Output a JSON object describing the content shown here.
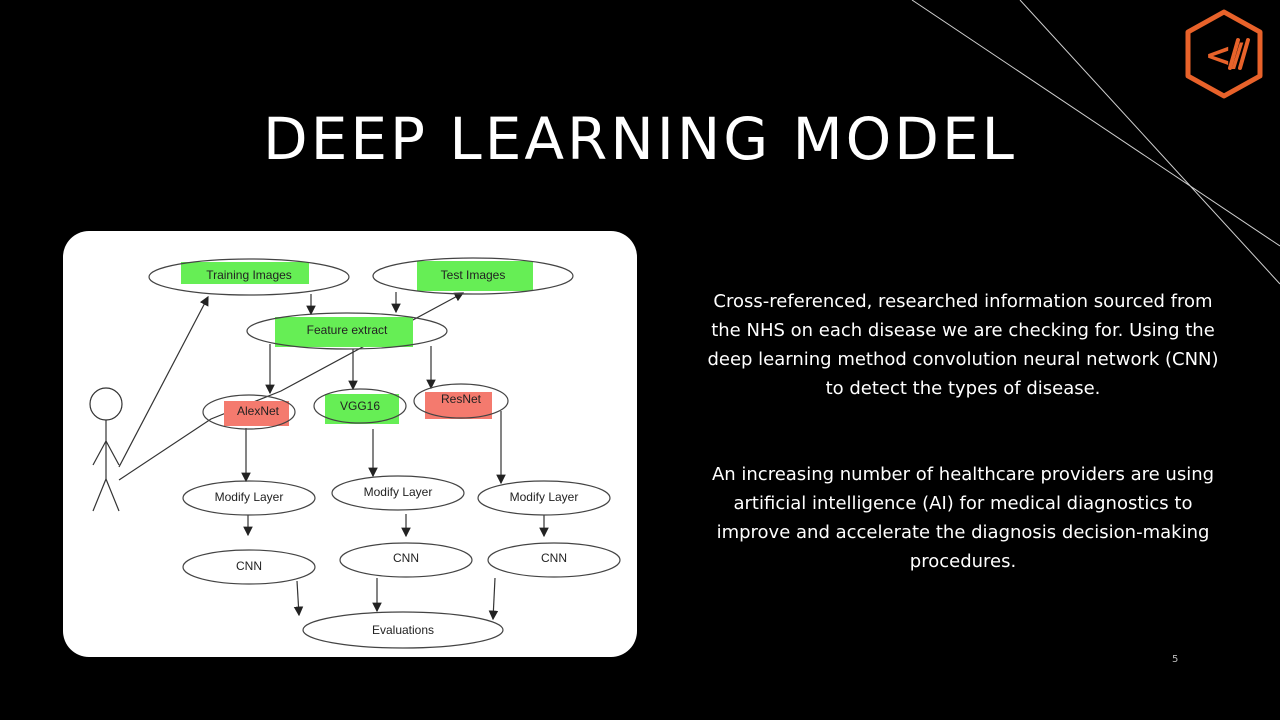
{
  "slide": {
    "title": "DEEP LEARNING MODEL",
    "page_number": "5",
    "accent_color": "#e8622a"
  },
  "logo": {
    "icon": "code-slash-icon",
    "glyph": "</"
  },
  "diagram": {
    "nodes": {
      "training_images": "Training Images",
      "test_images": "Test Images",
      "feature_extract": "Feature extract",
      "alexnet": "AlexNet",
      "vgg16": "VGG16",
      "resnet": "ResNet",
      "modify_layer_1": "Modify Layer",
      "modify_layer_2": "Modify Layer",
      "modify_layer_3": "Modify Layer",
      "cnn_1": "CNN",
      "cnn_2": "CNN",
      "cnn_3": "CNN",
      "evaluations": "Evaluations"
    },
    "highlight_colors": {
      "green": "#66ee55",
      "red": "#f47a6e"
    }
  },
  "body": {
    "paragraph1": "Cross-referenced, researched information sourced from the NHS on each disease we are checking for. Using the deep learning method convolution neural network (CNN) to detect the types of disease.",
    "paragraph2": "An increasing number of healthcare providers are using artificial intelligence (AI) for medical diagnostics to improve and accelerate the diagnosis decision-making procedures."
  }
}
